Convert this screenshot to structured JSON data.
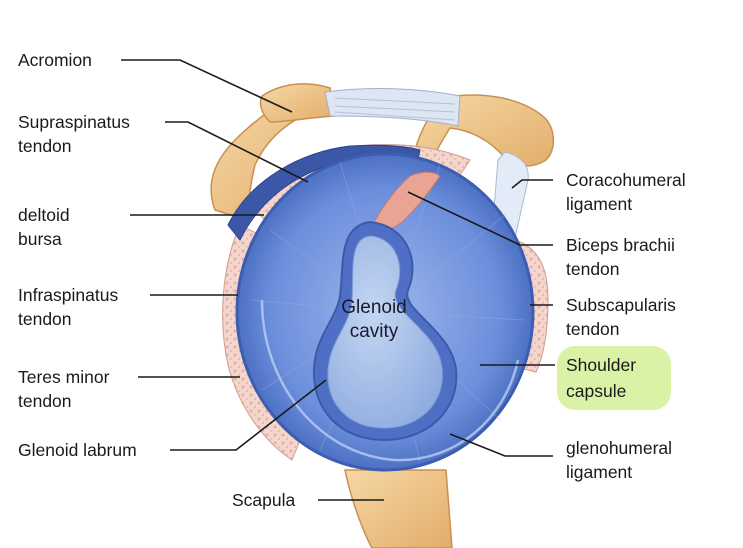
{
  "labels": {
    "acromion": [
      "Acromion"
    ],
    "supraspinatus": [
      "Supraspinatus",
      "tendon"
    ],
    "deltoid": [
      "deltoid",
      "bursa"
    ],
    "infraspinatus": [
      "Infraspinatus",
      "tendon"
    ],
    "teres": [
      "Teres minor",
      "tendon"
    ],
    "glenoid_labrum": [
      "Glenoid labrum"
    ],
    "scapula": [
      "Scapula"
    ],
    "coracohumeral": [
      "Coracohumeral",
      "ligament"
    ],
    "biceps": [
      "Biceps brachii",
      "tendon"
    ],
    "subscapularis": [
      "Subscapularis",
      "tendon"
    ],
    "shoulder_capsule": [
      "Shoulder",
      "capsule"
    ],
    "glenohumeral": [
      "glenohumeral",
      "ligament"
    ],
    "glenoid_cavity": [
      "Glenoid",
      "cavity"
    ]
  },
  "colors": {
    "highlight": "#d9f2a6",
    "bone": "#f2c98e",
    "capsule": "#5b7fd0",
    "cavity": "#a9c2e8",
    "tendon": "#f1cfc8",
    "biceps": "#eaa494"
  }
}
